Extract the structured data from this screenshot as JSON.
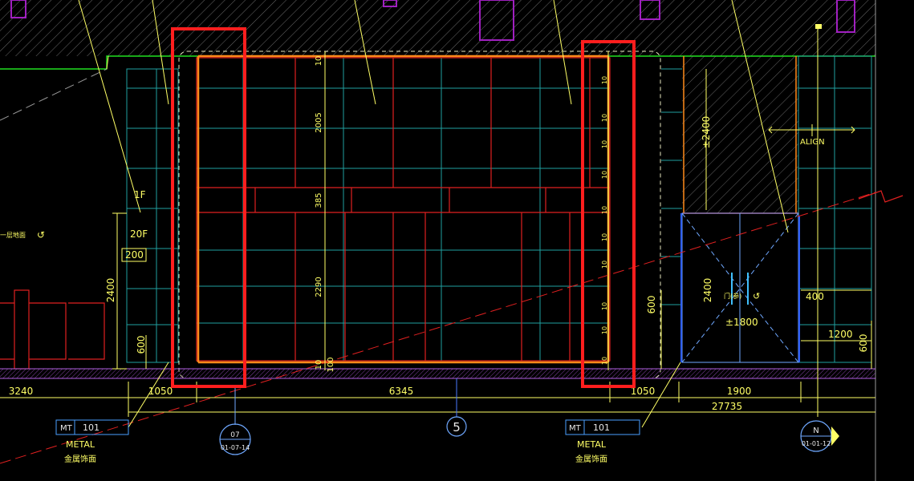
{
  "elevation": {
    "dimensions": {
      "top_gap": "10",
      "upper_panel": "2005",
      "band": "385",
      "lower_panel": "2290",
      "bottom_gap": "10",
      "bottom_offset": "100",
      "left_height": "2400",
      "left_sill": "600",
      "left_200": "200",
      "right_height_top": "±2400",
      "door_height": "2400",
      "door_width": "±1800",
      "sill_600_right": "600",
      "dim_400": "400",
      "dim_1200": "1200",
      "dim_600_far_right": "600"
    },
    "bottom_dims": {
      "d1": "3240",
      "d2": "1050",
      "d3": "6345",
      "d4": "1050",
      "d5": "1900",
      "total": "27735"
    },
    "levels": {
      "level_1f": "1F",
      "level_20f": "20F"
    },
    "notes": {
      "align": "ALIGN",
      "left_cut_note": "一层地面",
      "door_note": "门(参)"
    },
    "tags": [
      {
        "code": "MT",
        "num": "101",
        "material": "METAL",
        "material_cn": "金属饰面"
      },
      {
        "code": "MT",
        "num": "101",
        "material": "METAL",
        "material_cn": "金属饰面"
      }
    ],
    "markers": {
      "section_left_top": "07",
      "section_left_bottom": "01-07-14",
      "grid_axis": "5",
      "section_right_top": "N",
      "section_right_bottom": "01-01-12"
    }
  },
  "colors": {
    "background": "#000000",
    "dim_yellow": "#ffff66",
    "panel_red": "#e02020",
    "grid_cyan": "#20a0a0",
    "trim_orange": "#ff8a1a",
    "highlight_red": "#ff1e1e",
    "purple": "#a020c0",
    "green": "#20e020",
    "leader_white": "#e8e8e8",
    "axis_blue": "#6fa8ff"
  }
}
